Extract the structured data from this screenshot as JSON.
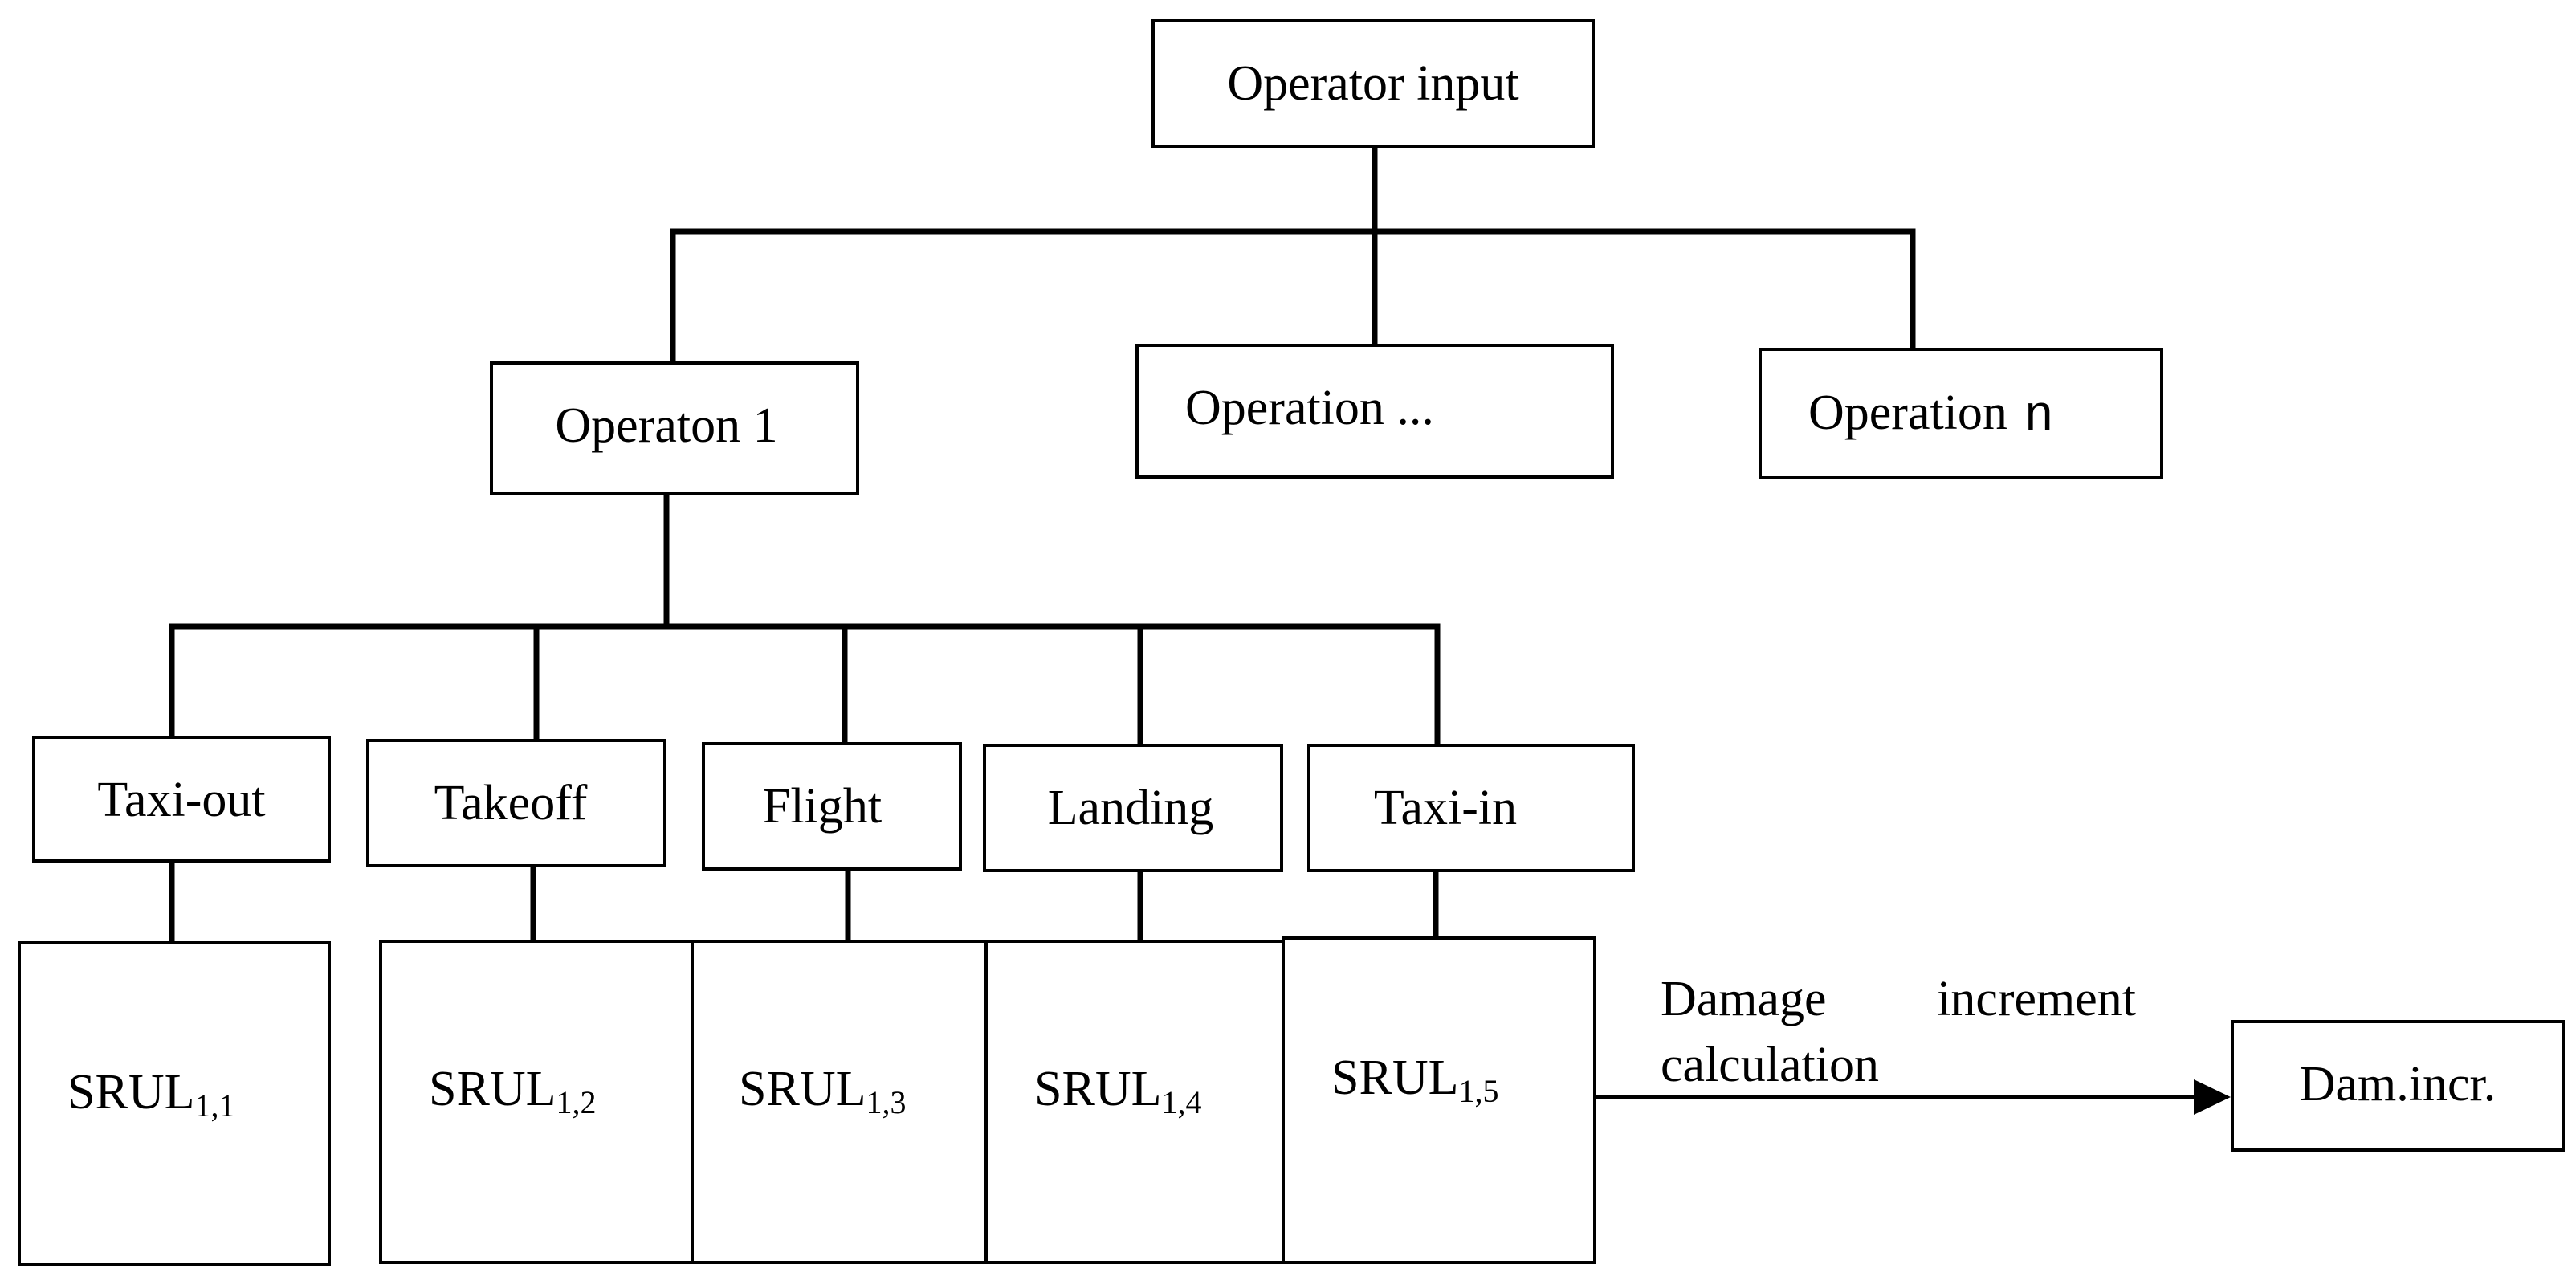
{
  "nodes": {
    "operator_input": "Operator input",
    "operation_1": "Operaton 1",
    "operation_mid": "Operation ...",
    "operation_n_word": "Operation",
    "operation_n_letter": "n",
    "phases": [
      "Taxi-out",
      "Takeoff",
      "Flight",
      "Landing",
      "Taxi-in"
    ],
    "srul_base": "SRUL",
    "srul_subscripts": [
      "1,1",
      "1,2",
      "1,3",
      "1,4",
      "1,5"
    ],
    "damage_label_line1_a": "Damage",
    "damage_label_line1_b": "increment",
    "damage_label_line2": "calculation",
    "damage_output": "Dam.incr."
  }
}
